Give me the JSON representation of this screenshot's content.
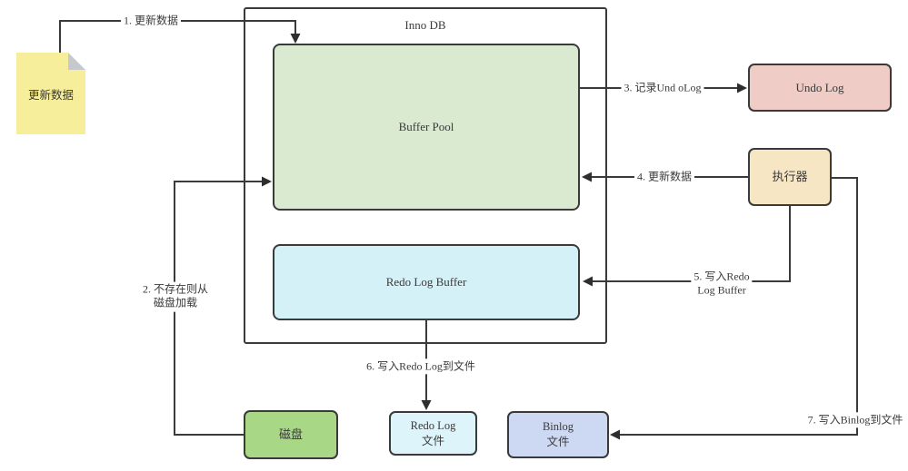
{
  "diagram": {
    "title": "Inno DB",
    "colors": {
      "line": "#3a3a3a",
      "note_fill": "#f6ee9a",
      "note_fold": "#c5c8cd",
      "buffer_pool_fill": "#d9ead0",
      "redo_log_buffer_fill": "#d5f1f8",
      "undo_log_fill": "#efccc6",
      "executor_fill": "#f6e6c4",
      "disk_fill": "#a8d786",
      "redo_log_file_fill": "#dcf4fa",
      "binlog_file_fill": "#cdd9f2"
    },
    "nodes": {
      "update_note": {
        "label": "更新数据"
      },
      "buffer_pool": {
        "label": "Buffer Pool"
      },
      "redo_log_buffer": {
        "label": "Redo Log Buffer"
      },
      "undo_log": {
        "label": "Undo Log"
      },
      "executor": {
        "label": "执行器"
      },
      "disk": {
        "label": "磁盘"
      },
      "redo_log_file": {
        "line1": "Redo Log",
        "line2": "文件"
      },
      "binlog_file": {
        "line1": "Binlog",
        "line2": "文件"
      }
    },
    "edge_labels": {
      "step1": "1. 更新数据",
      "step2_line1": "2. 不存在则从",
      "step2_line2": "磁盘加载",
      "step3": "3. 记录Und oLog",
      "step4": "4. 更新数据",
      "step5_line1": "5. 写入Redo",
      "step5_line2": "Log Buffer",
      "step6": "6. 写入Redo Log到文件",
      "step7": "7. 写入Binlog到文件"
    }
  }
}
